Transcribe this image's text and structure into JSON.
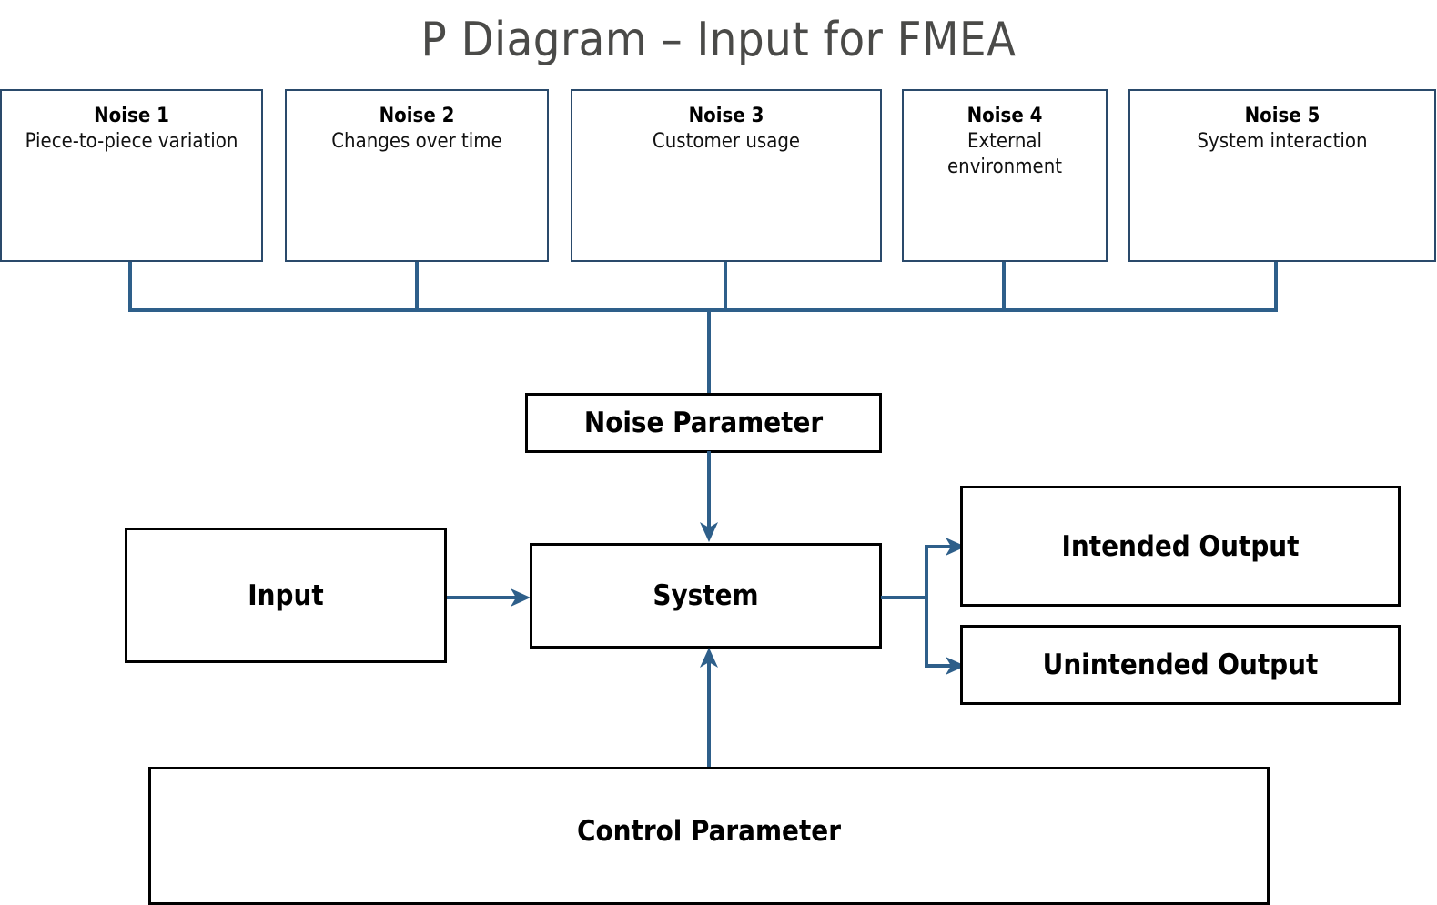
{
  "diagram": {
    "title": "P Diagram – Input for FMEA",
    "colors": {
      "noise_box_border": "#2a4a6b",
      "connector": "#2e5f8a",
      "black_border": "#000000",
      "title_text": "#4a4a48",
      "background": "#ffffff"
    },
    "noise_boxes": [
      {
        "title": "Noise 1",
        "desc": "Piece-to-piece variation"
      },
      {
        "title": "Noise 2",
        "desc": "Changes over time"
      },
      {
        "title": "Noise 3",
        "desc": "Customer usage"
      },
      {
        "title": "Noise 4",
        "desc": "External environment"
      },
      {
        "title": "Noise 5",
        "desc": "System interaction"
      }
    ],
    "nodes": {
      "noise_parameter": "Noise Parameter",
      "input": "Input",
      "system": "System",
      "intended_output": "Intended Output",
      "unintended_output": "Unintended Output",
      "control_parameter": "Control Parameter"
    }
  }
}
